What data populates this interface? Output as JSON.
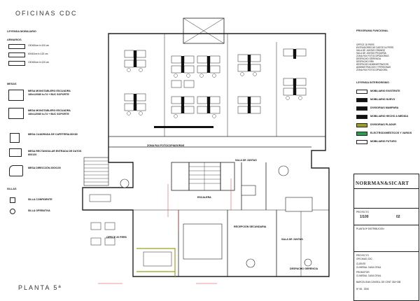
{
  "header": {
    "title": "OFICINAS  CDC",
    "floor": "PLANTA 5ª"
  },
  "legend": {
    "title": "LEYENDA MOBILIARIO",
    "sections": {
      "armarios": "ARMARIOS",
      "mesas": "MESAS",
      "sillas": "SILLAS"
    },
    "armarios": [
      "100X60cm h=100 cm",
      "60X40cm h=120 cm",
      "100X60cm h=120 cm"
    ],
    "mesas": [
      "MESA MONOTABLERO ESCUADRA 180x120/80 h=74 + BUC SOPORTE",
      "MESA MONOTABLERO ESCUADRA 180x120/80 h=74 + BUC SOPORTE",
      "MESA CUADRADA DE CAFETERIA 80X80",
      "MESA RECTANGULAR ENTRADA DE DATOS 80X120",
      "MESA DIRECCIÓN 200X100"
    ],
    "sillas": [
      "SILLA CONFIDENTE",
      "SILLA OPERATIVA"
    ]
  },
  "program": {
    "title": "PROGRAMA FUNCIONAL",
    "items": [
      "OFFICE 20 PERS",
      "ENTRADORES DE DATOS 16 PERS",
      "SALA DE JUNTAS GRANDE",
      "SALA DE JUNTAS PEQUEÑA",
      "ZONA FAX FOTOCOPIADORAS",
      "DESPACHO GERENCIA",
      "DESPACHO RRII",
      "DESPACHO ADMINISTRACION",
      "ADMINISTRACION Y PERSONAS",
      "ZONA FAX FOTOCOPIADORA"
    ]
  },
  "interior_legend": {
    "title": "LEYENDA INTERIORISMO",
    "items": [
      {
        "label": "MOBILIARIO EXISTENTE",
        "color": "#ffffff"
      },
      {
        "label": "MOBILIARIO NUEVO",
        "color": "#111111"
      },
      {
        "label": "DIVISORIAS MAMPARA",
        "color": "#111111"
      },
      {
        "label": "MOBILIARIO HECHO A MEDIDA",
        "color": "#111111"
      },
      {
        "label": "DIVISORIAS PLADUR",
        "color": "#9aa21e"
      },
      {
        "label": "ELECTRODOMÉSTICOS Y VARIOS",
        "color": "#25a04a"
      },
      {
        "label": "MOBILIARIO FUTURO",
        "color": "#ffffff"
      }
    ]
  },
  "rooms": {
    "zona_fax": "ZONA FAX FOTOCOPIADORAS",
    "sala_juntas_1": "SALA DE JUNTAS",
    "sala_juntas_2": "SALA DE JUNTAS",
    "recepcion": "RECEPCIÓN SECUNDARIA",
    "office": "OFFICE 20 PERS",
    "despacho": "DESPACHO GERENCIA",
    "escalera": "ESCALERA"
  },
  "title_block": {
    "brand": "NORRMAN&SICART",
    "project": "PROYECTO",
    "scale": "1/100",
    "sheet": "02",
    "lines": [
      "PLANTA 5ª DISTRIBUCION",
      "PROYECTO",
      "OFICINAS CDC",
      "CLIENTE",
      "CLIMEDAL CASA CRAIL",
      "PROMOTOR",
      "CLIMEDAL CASA CRAIL",
      "BARCELONA  CONSELL DE CENT 334+338",
      "Nº  08 - 2006"
    ]
  }
}
